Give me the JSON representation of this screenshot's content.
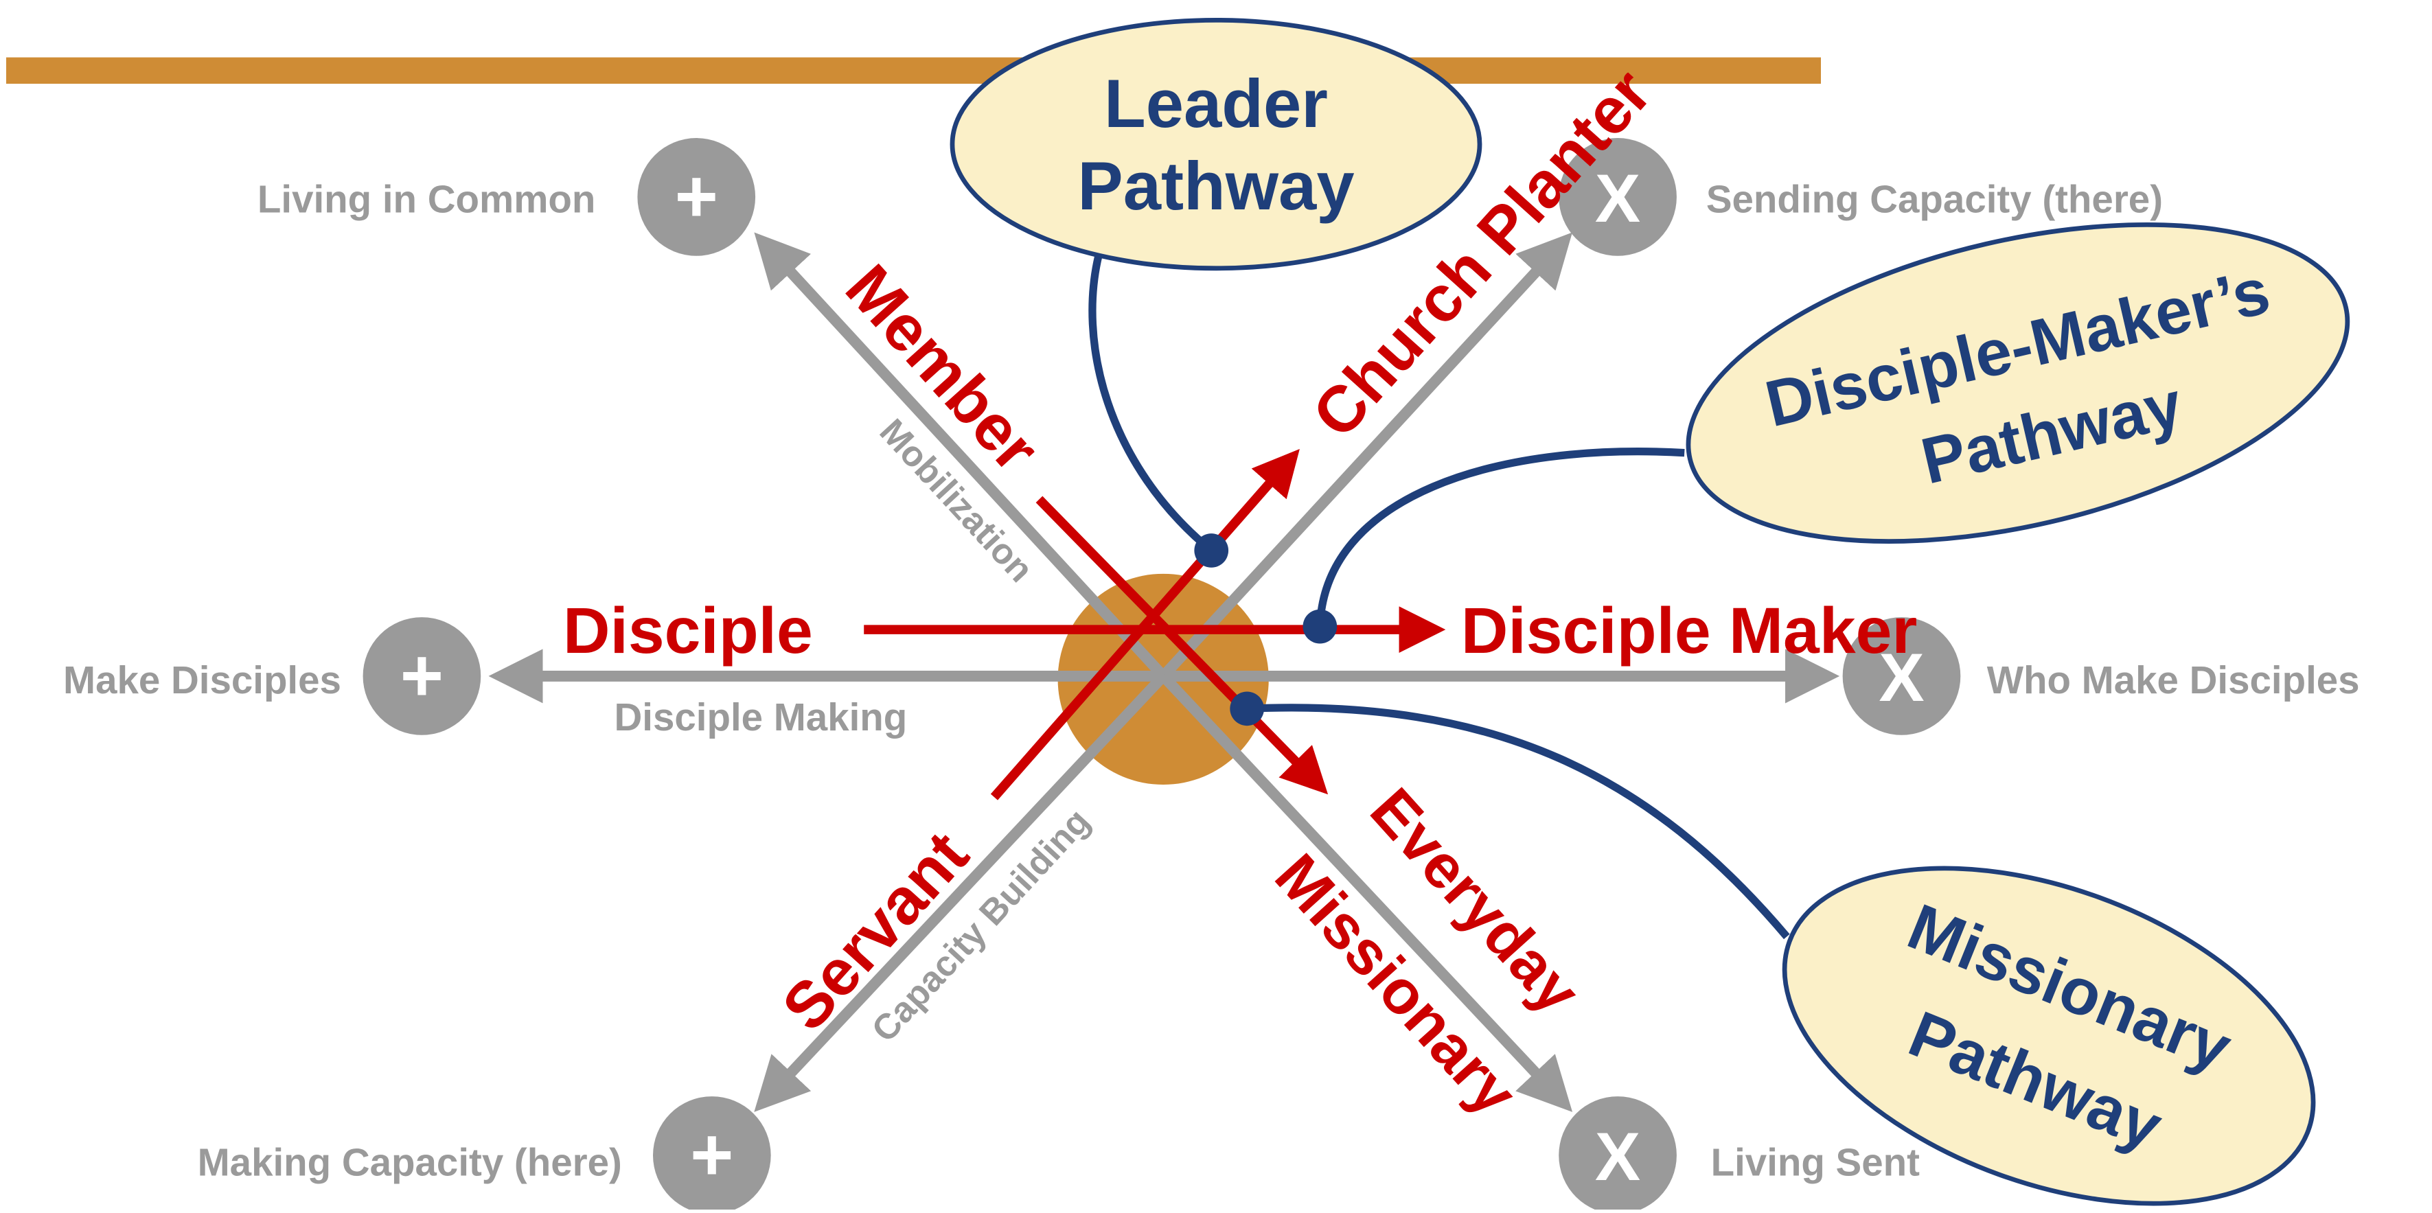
{
  "colors": {
    "gray": "#9a9a9a",
    "red": "#cc0000",
    "blue": "#1f3f7a",
    "gold": "#cf8c35",
    "bubble_fill": "#fbf0c8"
  },
  "corners": {
    "top_left": {
      "label": "Living in Common",
      "symbol": "+"
    },
    "top_right": {
      "label": "Sending Capacity (there)",
      "symbol": "X"
    },
    "left": {
      "label": "Make Disciples",
      "symbol": "+"
    },
    "right": {
      "label": "Who Make Disciples",
      "symbol": "X"
    },
    "bottom_left": {
      "label": "Making Capacity (here)",
      "symbol": "+"
    },
    "bottom_right": {
      "label": "Living Sent",
      "symbol": "X"
    }
  },
  "axes": {
    "mobilization": "Mobilization",
    "disciple_making": "Disciple Making",
    "capacity_building": "Capacity Building"
  },
  "roles": {
    "member": "Member",
    "church_planter": "Church Planter",
    "disciple": "Disciple",
    "disciple_maker": "Disciple Maker",
    "servant": "Servant",
    "everyday": "Everyday",
    "missionary": "Missionary"
  },
  "pathways": {
    "leader": {
      "line1": "Leader",
      "line2": "Pathway"
    },
    "disciple_maker": {
      "line1": "Disciple-Maker’s",
      "line2": "Pathway"
    },
    "missionary": {
      "line1": "Missionary",
      "line2": "Pathway"
    }
  }
}
